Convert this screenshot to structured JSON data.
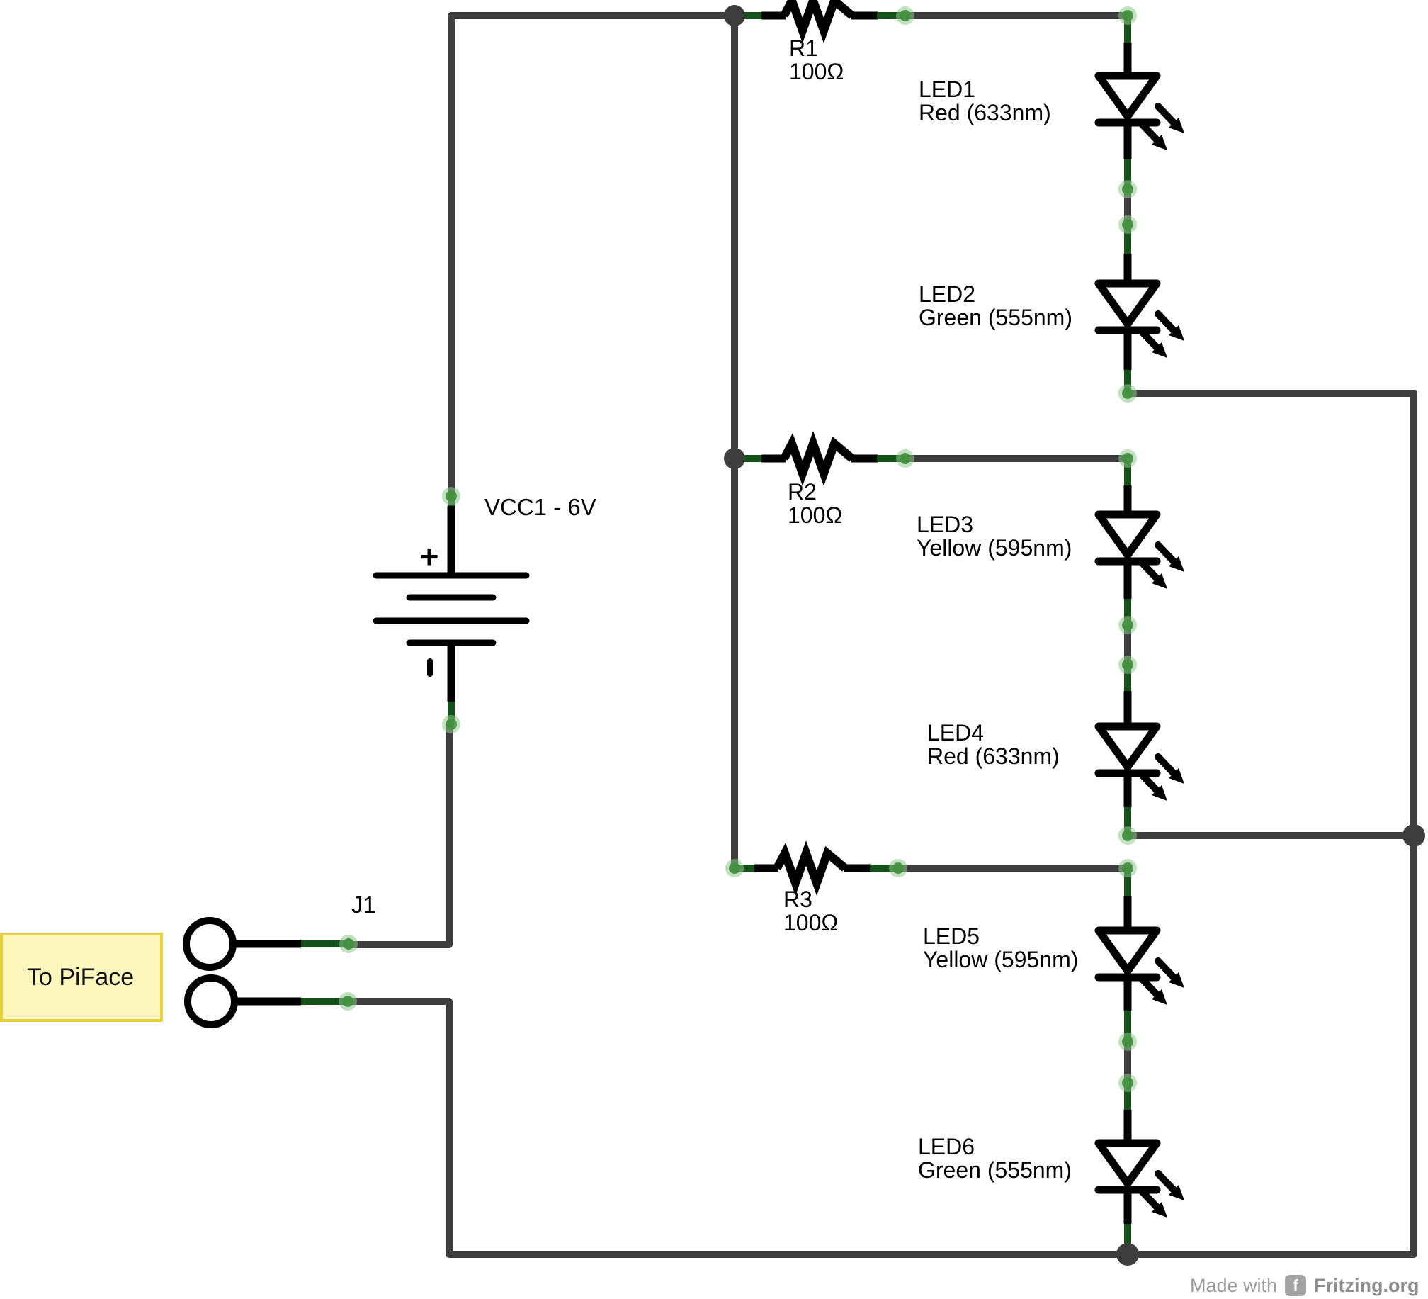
{
  "schematic": {
    "power_label": "VCC1 - 6V",
    "plus_sign": "+",
    "minus_sign": "-",
    "connector_label": "J1",
    "note_text": "To PiFace"
  },
  "resistors": [
    {
      "name": "R1",
      "value": "100Ω"
    },
    {
      "name": "R2",
      "value": "100Ω"
    },
    {
      "name": "R3",
      "value": "100Ω"
    }
  ],
  "leds": [
    {
      "name": "LED1",
      "spec": "Red (633nm)"
    },
    {
      "name": "LED2",
      "spec": "Green (555nm)"
    },
    {
      "name": "LED3",
      "spec": "Yellow (595nm)"
    },
    {
      "name": "LED4",
      "spec": "Red (633nm)"
    },
    {
      "name": "LED5",
      "spec": "Yellow (595nm)"
    },
    {
      "name": "LED6",
      "spec": "Green (555nm)"
    }
  ],
  "watermark": {
    "made_with": "Made with",
    "brand": "Fritzing.org"
  },
  "colors": {
    "wire": "#3d3d3d",
    "pin": "#000000",
    "pin_highlight": "#15521a",
    "endpoint_dot": "#43913f",
    "junction": "#3d3d3d",
    "note_fill": "#fcf8bd",
    "note_border": "#e5d139",
    "watermark_text": "#9c9c9c"
  }
}
